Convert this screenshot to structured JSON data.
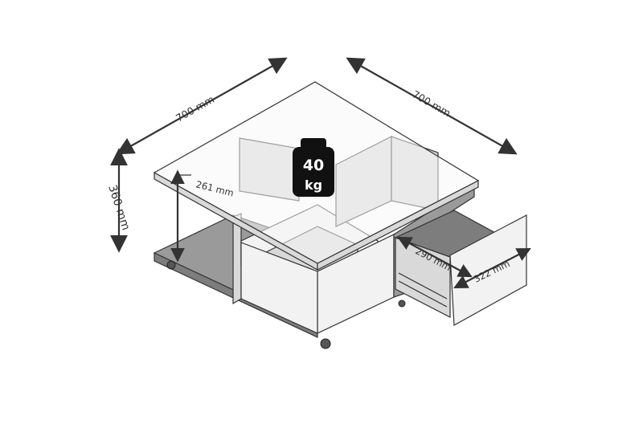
{
  "dimensions": {
    "width_left": "700 mm",
    "width_right": "700 mm",
    "height": "360 mm",
    "shelf_height": "261 mm",
    "drawer_depth": "290 mm",
    "drawer_width": "322 mm"
  },
  "weight_badge": {
    "value": "40",
    "unit": "kg"
  },
  "colors": {
    "line": "#333333",
    "weight_badge": "#111111"
  },
  "icons": [
    "weight-icon"
  ]
}
